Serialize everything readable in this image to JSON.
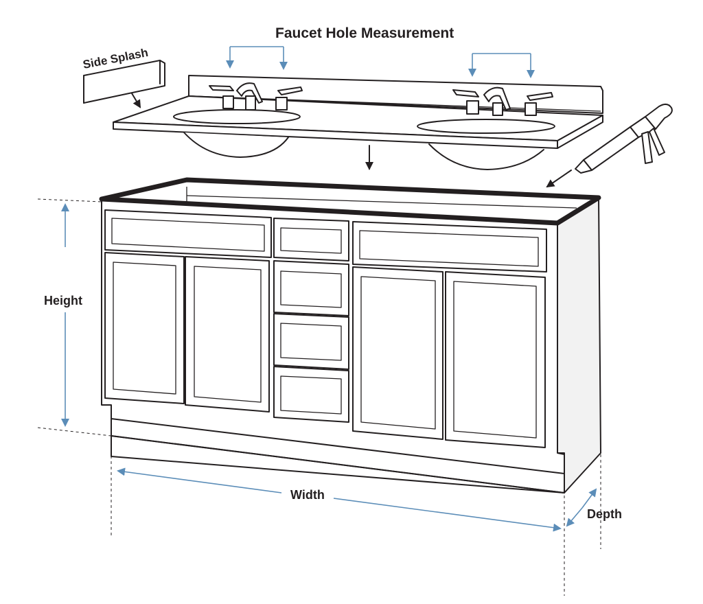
{
  "labels": {
    "faucet_hole_measurement": "Faucet Hole Measurement",
    "side_splash": "Side Splash",
    "height": "Height",
    "width": "Width",
    "depth": "Depth"
  },
  "colors": {
    "line": "#231f20",
    "dimension_arrow": "#5b8db8",
    "background": "#ffffff"
  }
}
